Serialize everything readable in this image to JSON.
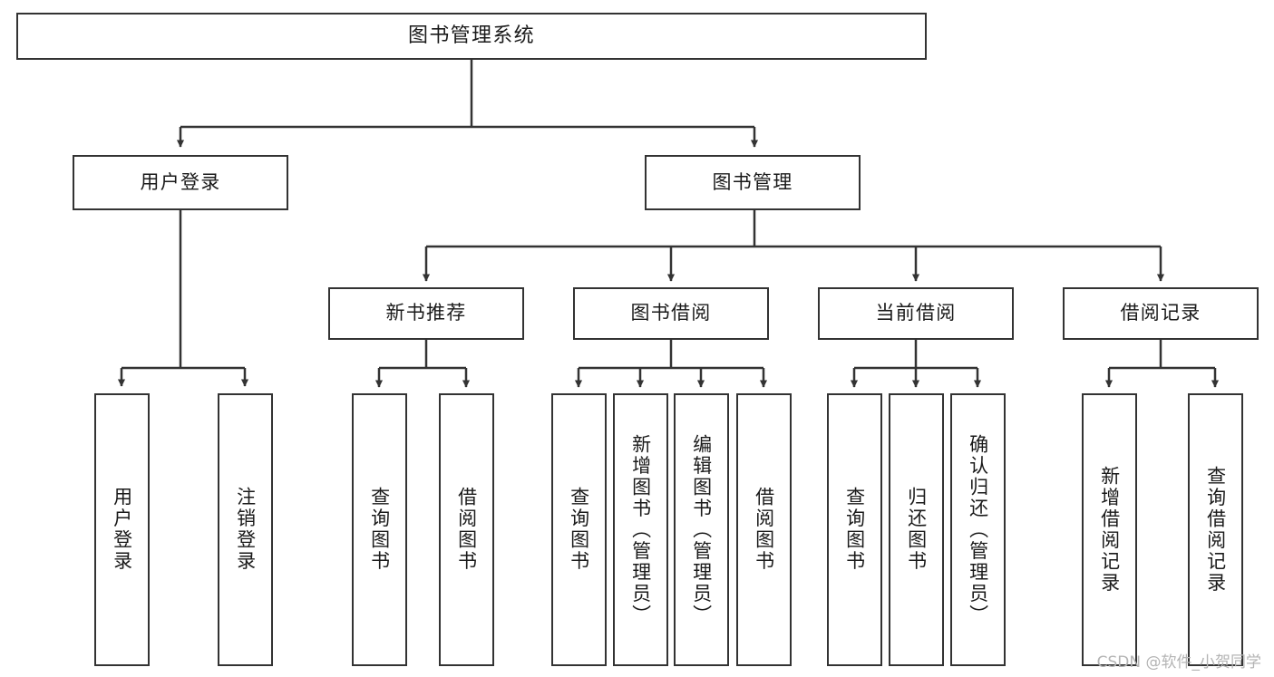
{
  "diagram": {
    "title": "图书管理系统",
    "type": "tree-hierarchy-chart",
    "colors": {
      "stroke": "#333333",
      "fill": "#ffffff",
      "text": "#1a1a1a",
      "watermark": "#b4b4b4"
    },
    "watermark": "CSDN @软件_小贺同学",
    "levels": {
      "root": {
        "id": "root",
        "label": "图书管理系统"
      },
      "level2": [
        {
          "id": "user-login",
          "label": "用户登录"
        },
        {
          "id": "book-manage",
          "label": "图书管理"
        }
      ],
      "level3": [
        {
          "id": "new-book-recommend",
          "label": "新书推荐",
          "parent": "book-manage"
        },
        {
          "id": "book-borrow",
          "label": "图书借阅",
          "parent": "book-manage"
        },
        {
          "id": "current-borrow",
          "label": "当前借阅",
          "parent": "book-manage"
        },
        {
          "id": "borrow-record",
          "label": "借阅记录",
          "parent": "book-manage"
        }
      ],
      "leaves": [
        {
          "id": "leaf-user-login",
          "label": "用户登录",
          "parent": "user-login"
        },
        {
          "id": "leaf-logout-login",
          "label": "注销登录",
          "parent": "user-login"
        },
        {
          "id": "leaf-query-book-1",
          "label": "查询图书",
          "parent": "new-book-recommend"
        },
        {
          "id": "leaf-borrow-book-1",
          "label": "借阅图书",
          "parent": "new-book-recommend"
        },
        {
          "id": "leaf-query-book-2",
          "label": "查询图书",
          "parent": "book-borrow"
        },
        {
          "id": "leaf-add-book",
          "label": "新增图书（管理员）",
          "parent": "book-borrow"
        },
        {
          "id": "leaf-edit-book",
          "label": "编辑图书（管理员）",
          "parent": "book-borrow"
        },
        {
          "id": "leaf-borrow-book-2",
          "label": "借阅图书",
          "parent": "book-borrow"
        },
        {
          "id": "leaf-query-book-3",
          "label": "查询图书",
          "parent": "current-borrow"
        },
        {
          "id": "leaf-return-book",
          "label": "归还图书",
          "parent": "current-borrow"
        },
        {
          "id": "leaf-confirm-return",
          "label": "确认归还（管理员）",
          "parent": "current-borrow"
        },
        {
          "id": "leaf-add-record",
          "label": "新增借阅记录",
          "parent": "borrow-record"
        },
        {
          "id": "leaf-query-record",
          "label": "查询借阅记录",
          "parent": "borrow-record"
        }
      ]
    }
  }
}
